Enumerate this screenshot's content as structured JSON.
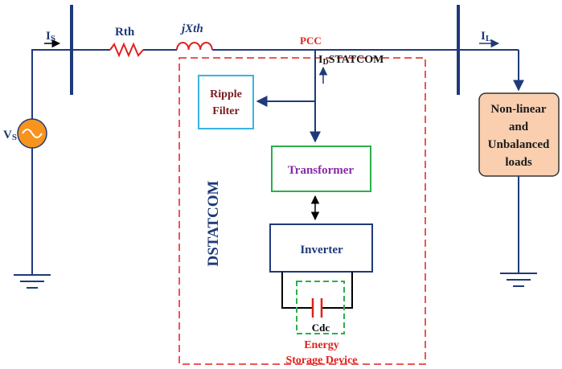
{
  "labels": {
    "is_main": "I",
    "is_sub": "S",
    "il_main": "I",
    "il_sub": "L",
    "rth": "Rth",
    "xth": "jXth",
    "pcc": "PCC",
    "id_main": "I",
    "id_sub": "D",
    "id_rest": "STATCOM",
    "vs_main": "V",
    "vs_sub": "S",
    "ripple_line1": "Ripple",
    "ripple_line2": "Filter",
    "transformer": "Transformer",
    "inverter": "Inverter",
    "dstatcom": "DSTATCOM",
    "cdc": "Cdc",
    "energy_line1": "Energy",
    "energy_line2": "Storage Device",
    "load_line1": "Non-linear",
    "load_line2": "and",
    "load_line3": "Unbalanced",
    "load_line4": "loads"
  },
  "colors": {
    "wire": "#1f3a7a",
    "bus": "#1f3a7a",
    "resistor": "#e0201b",
    "inductor": "#e0201b",
    "pcc_text": "#e0201b",
    "dashed_box": "#e0201b",
    "ripple_border": "#39b3e6",
    "ripple_text": "#7a1a1a",
    "transformer_border": "#2bb04a",
    "transformer_text": "#8a2aa8",
    "inverter_border": "#1f3a7a",
    "inverter_text": "#1f3a7a",
    "dstatcom_text": "#1f3a7a",
    "cap_box": "#2bb04a",
    "cap": "#e0201b",
    "energy_text": "#e0201b",
    "load_fill": "#f9cfb0",
    "load_border": "#333333",
    "source_fill": "#f7941d",
    "ground": "#1f3a7a"
  }
}
